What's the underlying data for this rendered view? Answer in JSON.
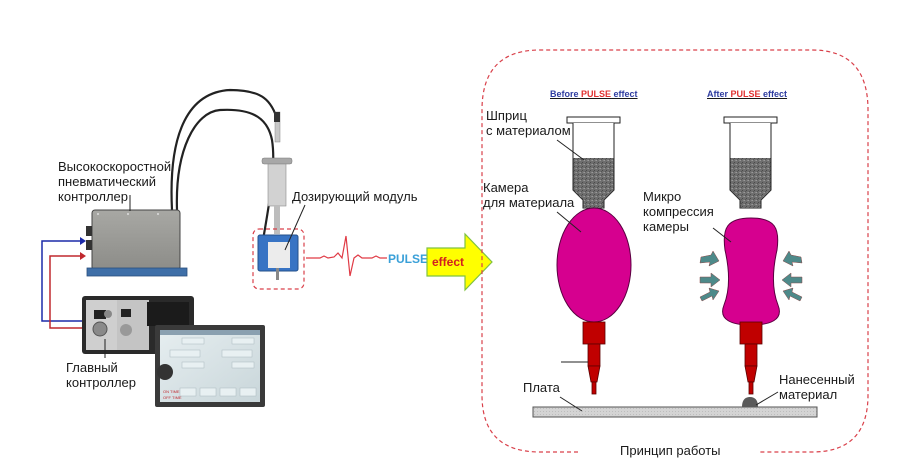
{
  "labels": {
    "pneumatic_controller": [
      "Высокоскоростной",
      "пневматический",
      "контроллер"
    ],
    "main_controller": [
      "Главный",
      "контроллер"
    ],
    "dosing_module": "Дозирующий модуль",
    "pulse_word": "PULSE",
    "effect_word": "effect",
    "syringe": [
      "Шприц",
      "с материалом"
    ],
    "chamber": [
      "Камера",
      "для материала"
    ],
    "micro_compression": [
      "Микро",
      "компрессия",
      "камеры"
    ],
    "board": "Плата",
    "deposited": [
      "Нанесенный",
      "материал"
    ],
    "principle": "Принцип работы"
  },
  "headers": {
    "before": {
      "prefix": "Before ",
      "pulse": "PULSE",
      "suffix": " effect"
    },
    "after": {
      "prefix": "After ",
      "pulse": "PULSE",
      "suffix": " effect"
    }
  },
  "colors": {
    "chamber": "#d6008f",
    "nozzle": "#c00000",
    "arrow_fill": "#ffff00",
    "arrow_stroke": "#7fc241",
    "dashed": "#d9404a",
    "header_blue": "#2e3ca0",
    "header_red": "#e03030",
    "pulse_blue": "#3aa0d8",
    "effect_red": "#d21f1f",
    "compress_arrow": "#4e8a8a",
    "wire_blue": "#1c2aa8",
    "wire_red": "#c0282e"
  }
}
